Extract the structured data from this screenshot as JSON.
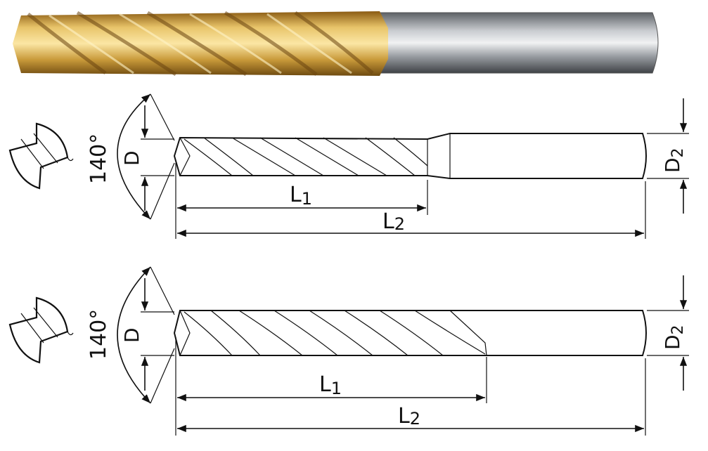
{
  "photo": {
    "tip_color": "#b8892f",
    "tip_highlight": "#f3d27a",
    "shank_color": "#8a8e93",
    "shank_highlight": "#e6e8ea"
  },
  "drawings": [
    {
      "angle_label": "140°",
      "diameter_label": "D",
      "shank_label_main": "D",
      "shank_label_sub": "2",
      "l1_main": "L",
      "l1_sub": "1",
      "l2_main": "L",
      "l2_sub": "2"
    },
    {
      "angle_label": "140°",
      "diameter_label": "D",
      "shank_label_main": "D",
      "shank_label_sub": "2",
      "l1_main": "L",
      "l1_sub": "1",
      "l2_main": "L",
      "l2_sub": "2"
    }
  ]
}
